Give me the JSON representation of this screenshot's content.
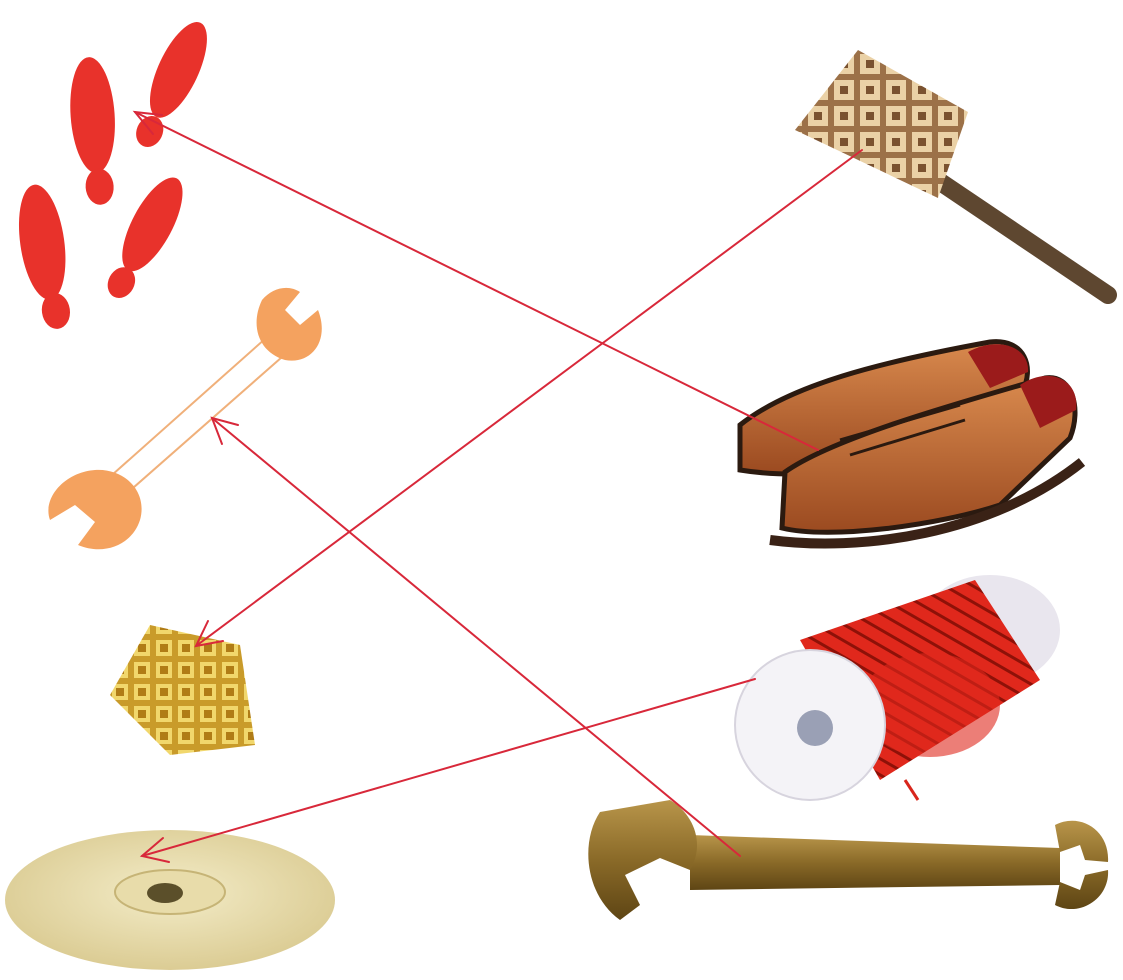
{
  "diagram": {
    "type": "matching-exercise",
    "left_items": [
      {
        "id": "footprints",
        "icon": "red-footprints-icon"
      },
      {
        "id": "wrench-outline",
        "icon": "wrench-outline-icon"
      },
      {
        "id": "stamp-print",
        "icon": "waffle-print-icon"
      },
      {
        "id": "spool-disc",
        "icon": "spool-end-disc-icon"
      }
    ],
    "right_items": [
      {
        "id": "stamp-tool",
        "icon": "meat-tenderizer-stamp-icon"
      },
      {
        "id": "shoes",
        "icon": "brown-shoes-icon"
      },
      {
        "id": "thread-spool",
        "icon": "red-thread-spool-icon"
      },
      {
        "id": "wrench",
        "icon": "metal-wrench-icon"
      }
    ],
    "connections": [
      {
        "from": "shoes",
        "to": "footprints"
      },
      {
        "from": "stamp-tool",
        "to": "stamp-print"
      },
      {
        "from": "wrench",
        "to": "wrench-outline"
      },
      {
        "from": "thread-spool",
        "to": "spool-disc"
      }
    ],
    "colors": {
      "arrow": "#d8283a",
      "footprint": "#e8322b",
      "wrench_outline": "#f4a25f",
      "waffle": "#d4b13a",
      "disc": "#e8dcaa",
      "shoe": "#b5612c",
      "thread": "#d8261c",
      "metal_wrench": "#8c6a26"
    }
  }
}
